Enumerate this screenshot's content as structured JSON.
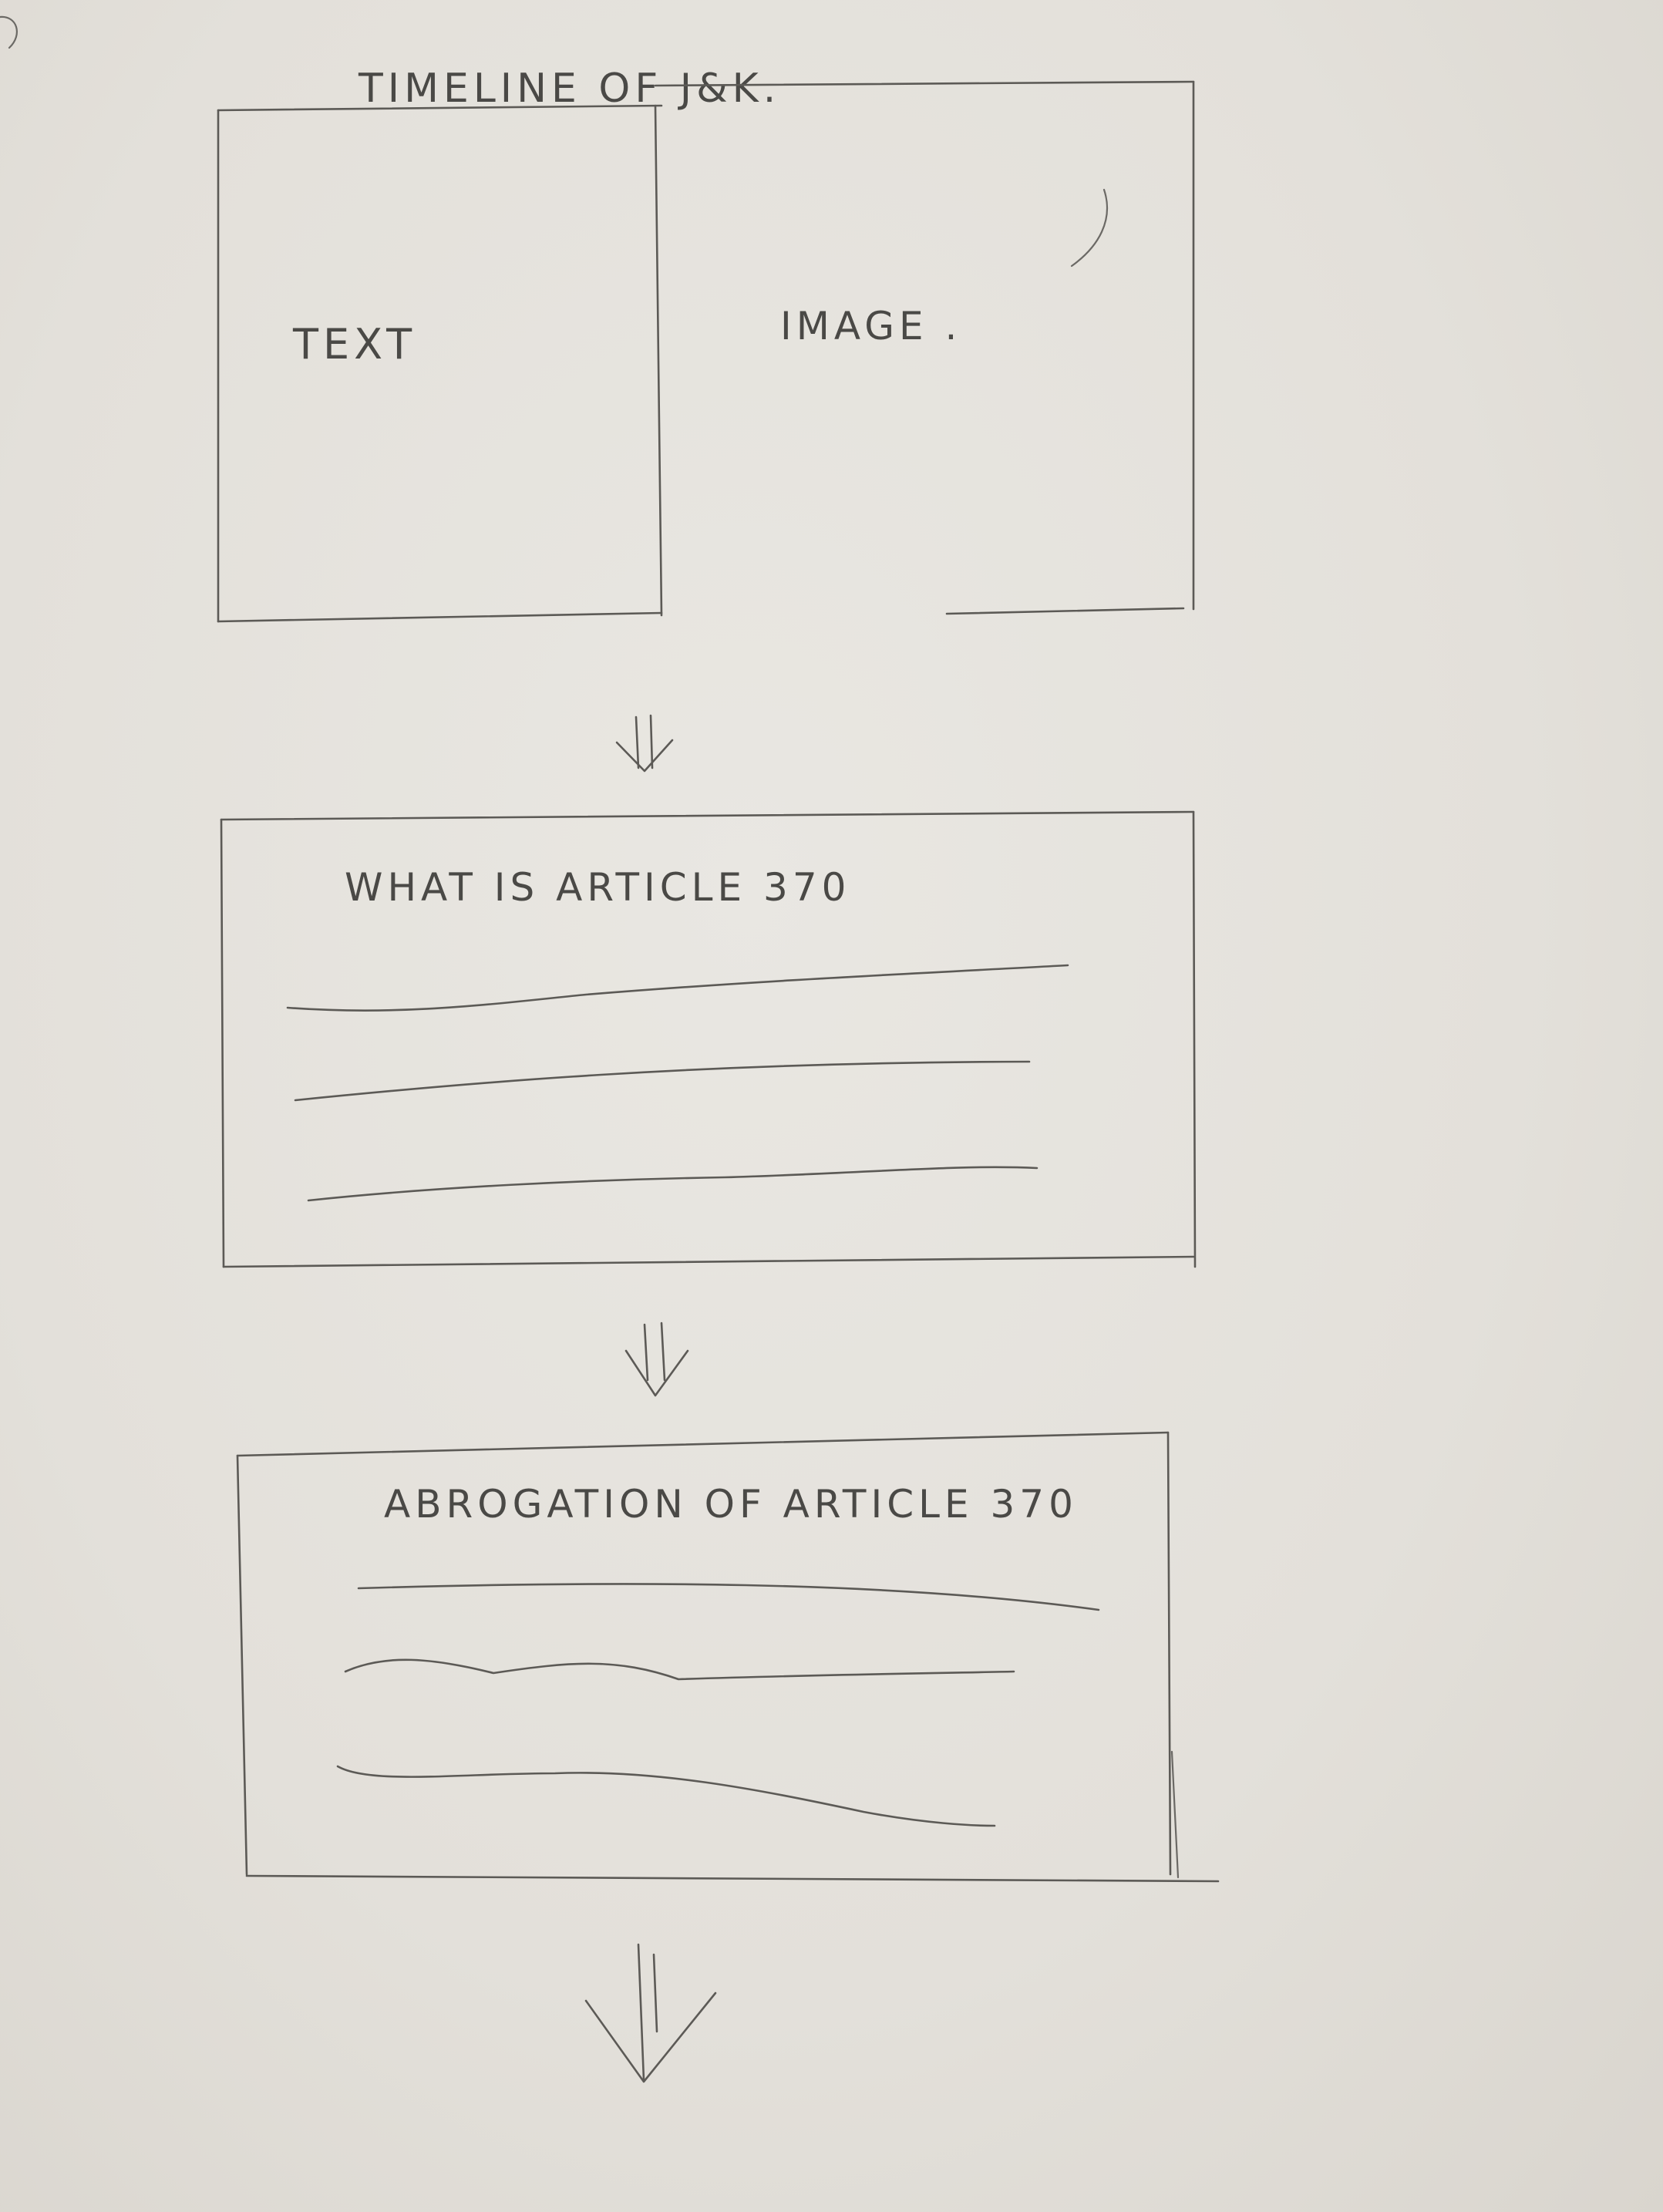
{
  "sketch": {
    "title": "TIMELINE OF J&K.",
    "panel1": {
      "text_label": "TEXT",
      "image_label": "IMAGE ."
    },
    "panel2": {
      "heading": "WHAT IS ARTICLE 370"
    },
    "panel3": {
      "heading": "ABROGATION OF ARTICLE 370"
    },
    "arrow_icon": "double-down-arrow-icon"
  }
}
